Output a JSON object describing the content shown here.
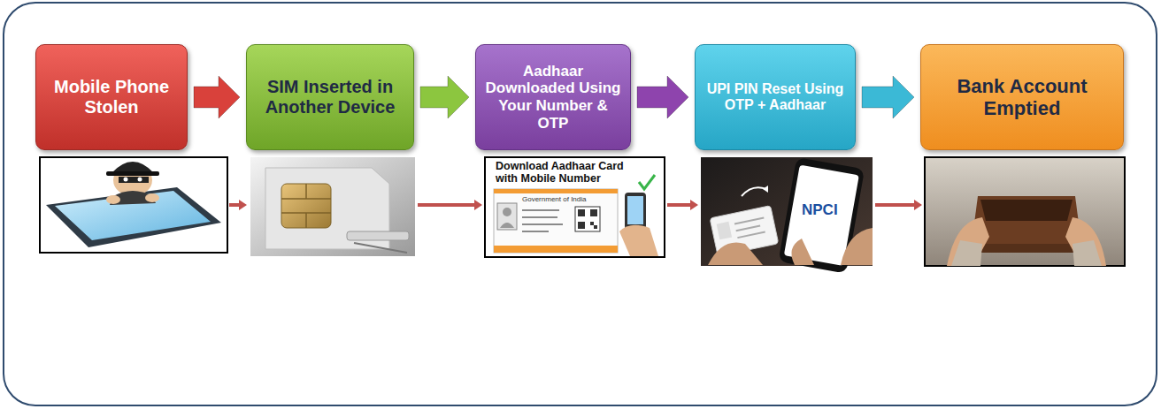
{
  "diagram": {
    "nodes": [
      {
        "text": [
          "Mobile Phone Stolen"
        ]
      },
      {
        "text": [
          "SIM Inserted in Another Device"
        ]
      },
      {
        "text": [
          "Aadhaar Downloaded Using Your Number & OTP"
        ]
      },
      {
        "text": [
          "UPI PIN Reset Using OTP + Aadhaar"
        ]
      },
      {
        "text": [
          "Bank Account Emptied"
        ]
      }
    ],
    "edges": [
      {
        "from": 0,
        "to": 1,
        "arrow": "to"
      },
      {
        "from": 1,
        "to": 2,
        "arrow": "to"
      },
      {
        "from": 2,
        "to": 3,
        "arrow": "to"
      },
      {
        "from": 3,
        "to": 4,
        "arrow": "to"
      }
    ],
    "labels": [
      "Download Aadhaar Card with Mobile Number",
      "Government of India",
      "NPCI"
    ]
  }
}
